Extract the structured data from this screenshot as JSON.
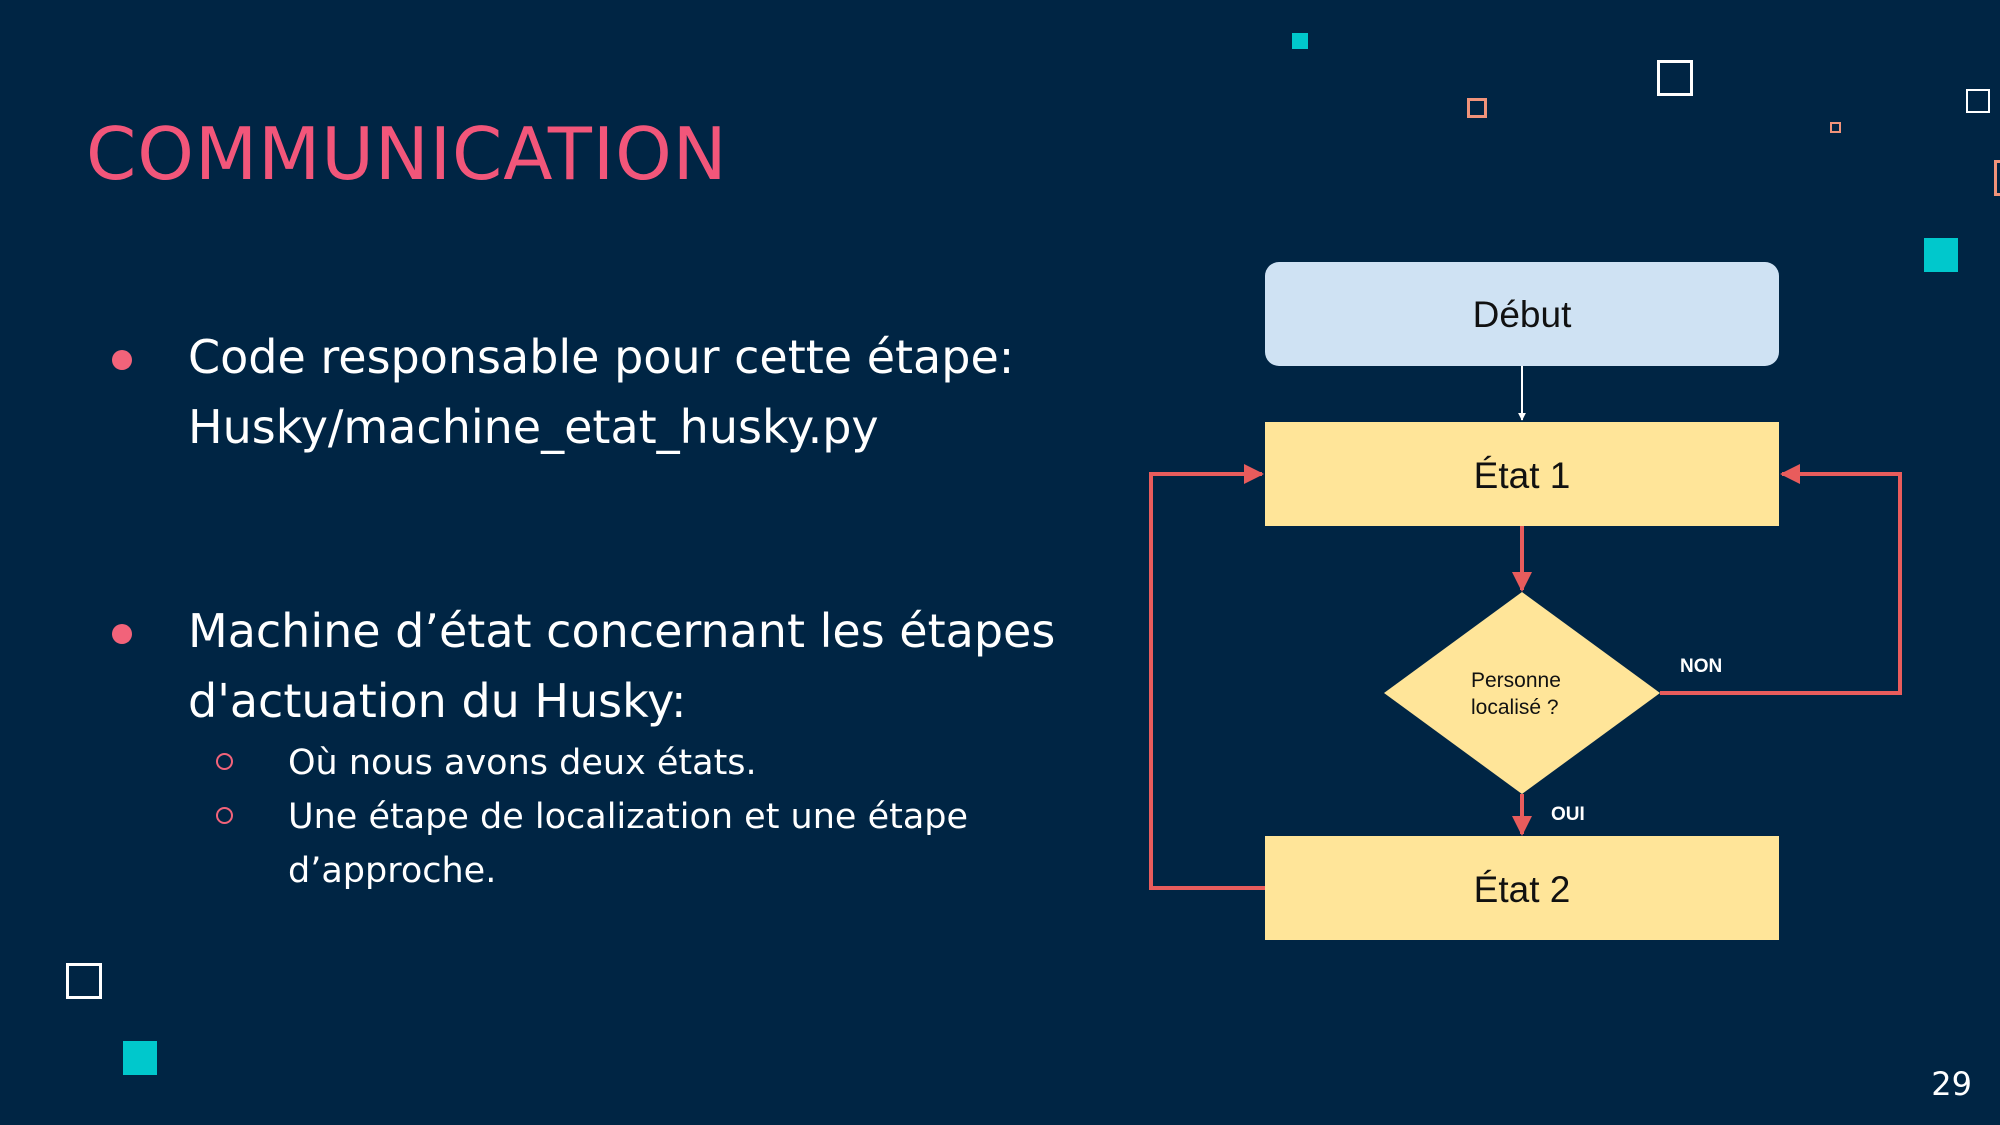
{
  "slide": {
    "title": "COMMUNICATION",
    "page_number": "29"
  },
  "bullets": [
    {
      "lines": [
        "Code responsable pour cette étape:",
        "Husky/machine_etat_husky.py"
      ]
    },
    {
      "lines": [
        "Machine d’état concernant les étapes",
        "d'actuation du Husky:"
      ]
    }
  ],
  "sub_bullets": [
    {
      "lines": [
        "Où nous avons deux états."
      ]
    },
    {
      "lines": [
        "Une étape de localization et une étape",
        "d’approche."
      ]
    }
  ],
  "flowchart": {
    "start": "Début",
    "state1": "État 1",
    "decision_line1": "Personne",
    "decision_line2": "localisé ?",
    "no_label": "NON",
    "yes_label": "OUI",
    "state2": "État 2"
  },
  "colors": {
    "background": "#002544",
    "title": "#f2567a",
    "accent_teal": "#00c8cc",
    "start_fill": "#cfe2f3",
    "state_fill": "#ffe599",
    "arrow": "#e85c5c"
  }
}
